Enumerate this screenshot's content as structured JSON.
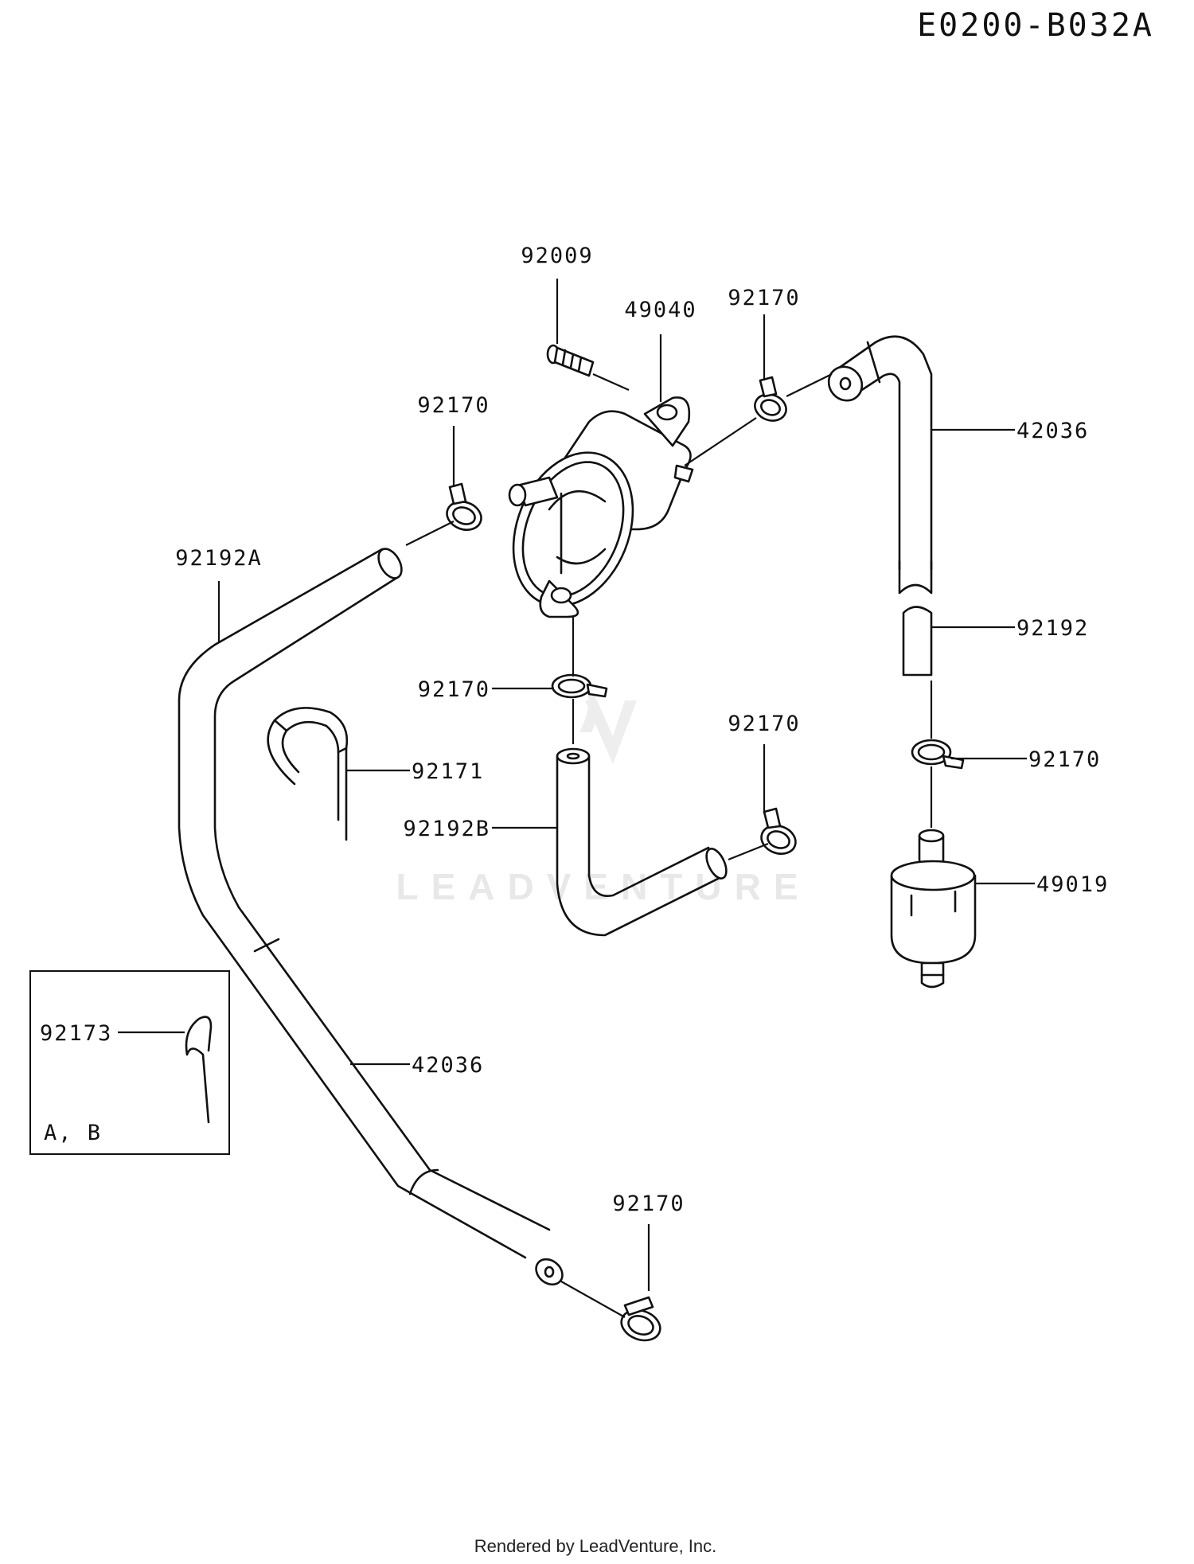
{
  "diagram_code": "E0200-B032A",
  "credit": "Rendered by LeadVenture, Inc.",
  "watermark": "LEADVENTURE",
  "inset_note": "A, B",
  "callouts": {
    "bolt": "92009",
    "fuel_pump": "49040",
    "clamp_pump_right": "92170",
    "hose_right_upper": "42036",
    "clamp_pump_left": "92170",
    "hose_left_upper": "92192A",
    "hose_right_lower": "92192",
    "clamp_pump_bottom": "92170",
    "clamp_hose_b_right": "92170",
    "clamp_filter": "92170",
    "hose_clip": "92171",
    "hose_b": "92192B",
    "fuel_filter": "49019",
    "inset_clip": "92173",
    "hose_left_lower": "42036",
    "clamp_bottom": "92170"
  }
}
